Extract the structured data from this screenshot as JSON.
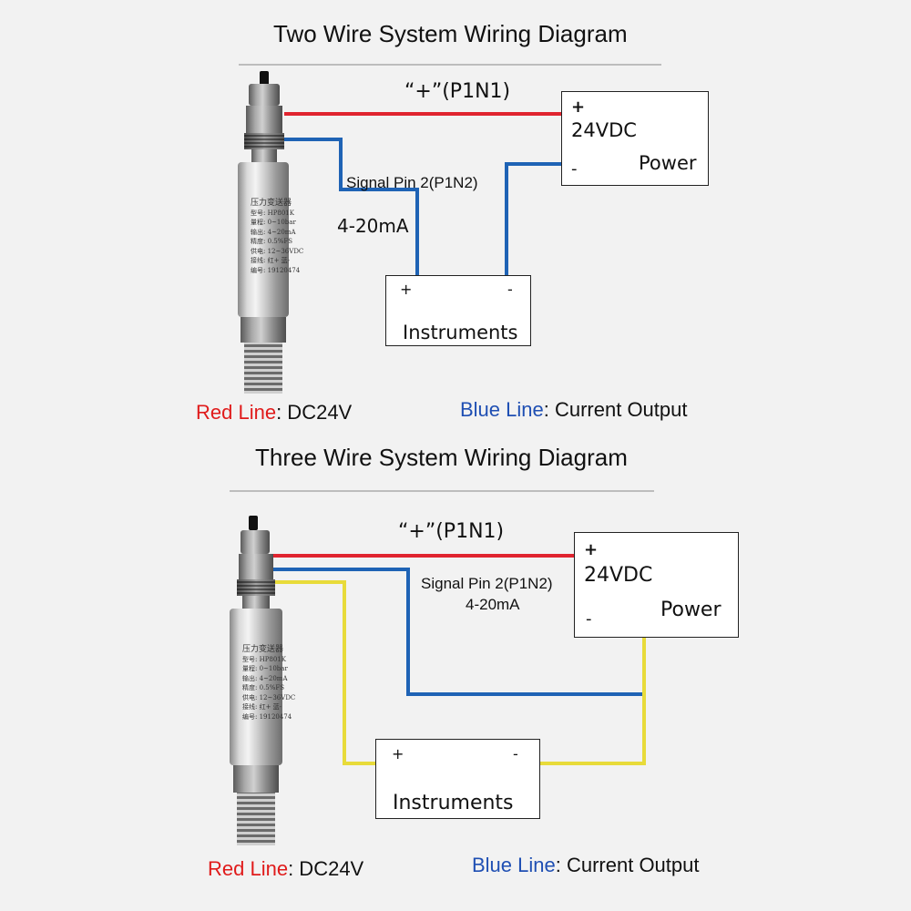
{
  "diagrams": [
    {
      "title": "Two Wire System Wiring Diagram",
      "p1n1_label": "“+”(P1N1)",
      "signal_label": "Signal Pin 2(P1N2)",
      "current_label": "4-20mA",
      "power": {
        "plus": "+",
        "voltage": "24VDC",
        "minus": "-",
        "name": "Power"
      },
      "instruments": {
        "plus": "+",
        "minus": "-",
        "name": "Instruments"
      },
      "legend": {
        "red_name": "Red Line",
        "red_desc": ": DC24V",
        "blue_name": "Blue Line",
        "blue_desc": ": Current Output"
      }
    },
    {
      "title": "Three Wire System Wiring Diagram",
      "p1n1_label": "“+”(P1N1)",
      "signal_label": "Signal Pin 2(P1N2)",
      "current_label": "4-20mA",
      "power": {
        "plus": "+",
        "voltage": "24VDC",
        "minus": "-",
        "name": "Power"
      },
      "instruments": {
        "plus": "+",
        "minus": "-",
        "name": "Instruments"
      },
      "legend": {
        "red_name": "Red Line",
        "red_desc": ": DC24V",
        "blue_name": "Blue Line",
        "blue_desc": ": Current Output"
      }
    }
  ],
  "sensor_plate": [
    "压力变送器",
    "型号: HP801K",
    "量程: 0~10bar",
    "输出: 4~20mA",
    "精度: 0.5%FS",
    "供电: 12~36VDC",
    "接线: 红+ 蓝-",
    "编号: 19120474"
  ],
  "colors": {
    "red_wire": "#e0242f",
    "blue_wire": "#1f63b5",
    "yellow_wire": "#e8db3a",
    "red_text": "#e01b1b",
    "blue_text": "#1f4fb3"
  }
}
